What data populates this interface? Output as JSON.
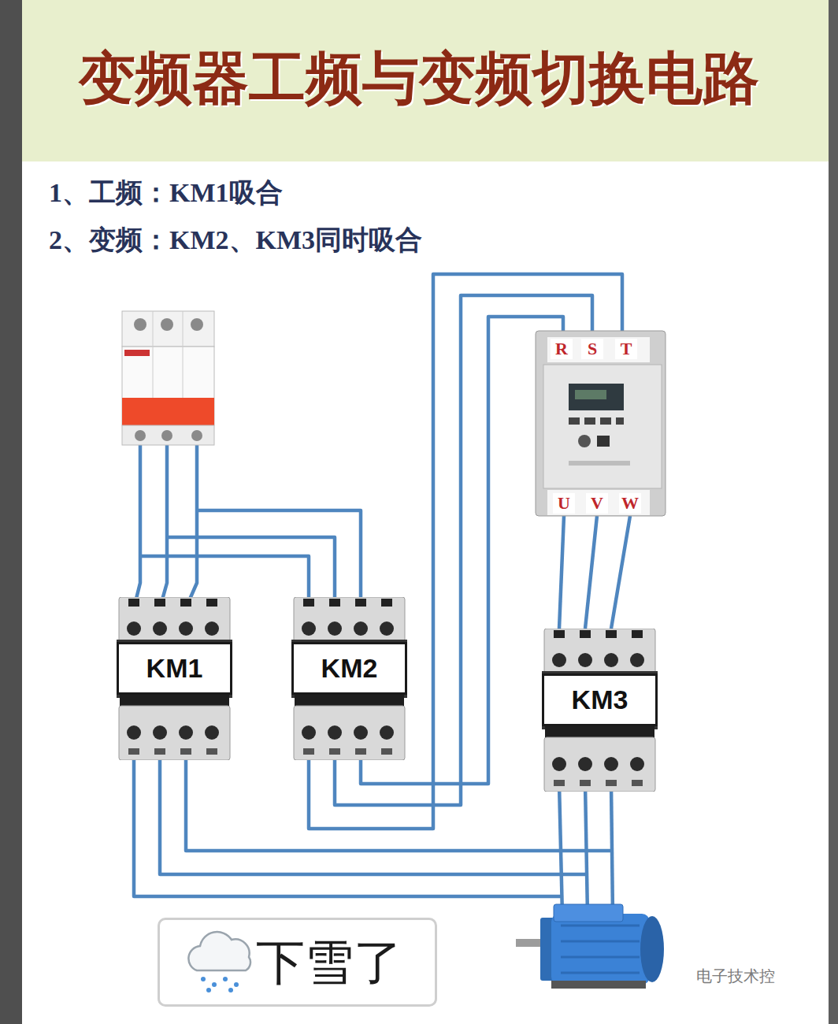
{
  "diagram": {
    "title": "变频器工频与变频切换电路",
    "nodes": [
      {
        "text": [
          "R",
          "S",
          "T",
          "U",
          "V",
          "W"
        ]
      },
      {
        "text": [
          "KM1"
        ]
      },
      {
        "text": [
          "KM2"
        ]
      },
      {
        "text": [
          "KM3"
        ]
      },
      {
        "text": [
          "下雪了"
        ]
      }
    ],
    "edges": [
      {
        "from": 2,
        "to": 0,
        "arrow": "none"
      },
      {
        "from": 2,
        "to": 0,
        "arrow": "none"
      },
      {
        "from": 2,
        "to": 0,
        "arrow": "none"
      },
      {
        "from": 0,
        "to": 3,
        "arrow": "none"
      },
      {
        "from": 0,
        "to": 3,
        "arrow": "none"
      },
      {
        "from": 0,
        "to": 3,
        "arrow": "none"
      }
    ],
    "labels": [
      "1、工频：KM1吸合",
      "2、变频：KM2、KM3同时吸合",
      "电子技术控"
    ]
  }
}
